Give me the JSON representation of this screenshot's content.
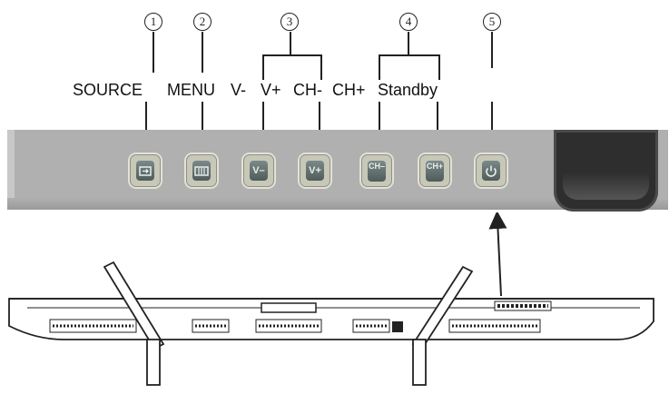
{
  "callouts": [
    "1",
    "2",
    "3",
    "4",
    "5"
  ],
  "labels": [
    "SOURCE",
    "MENU",
    "V-",
    "V+",
    "CH-",
    "CH+",
    "Standby"
  ],
  "buttons": {
    "source": "",
    "menu": "",
    "vol_down": "V–",
    "vol_up": "V+",
    "ch_down": "CH–",
    "ch_up": "CH+",
    "standby": ""
  },
  "icons": [
    "source-icon",
    "menu-icon",
    "power-icon"
  ],
  "colors": {
    "panel": "#b0b0b0",
    "button": "#c8c8b8",
    "button_face": "#5f6d6c",
    "recess": "#2e2e2e"
  }
}
